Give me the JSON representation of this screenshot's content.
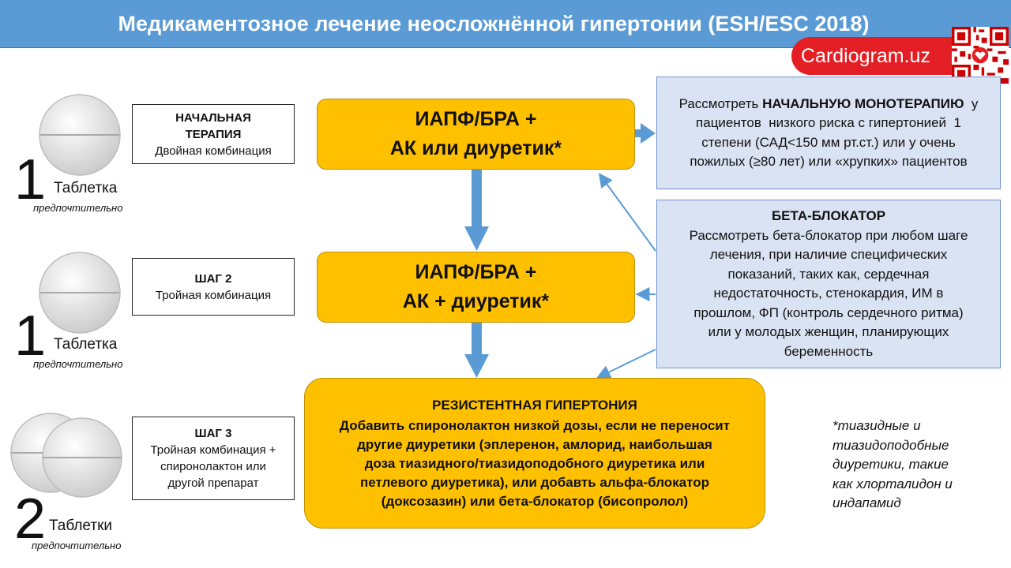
{
  "title": "Медикаментозное лечение неосложнённой гипертонии (ESH/ESC 2018)",
  "logo": {
    "text": "Cardiogram.uz"
  },
  "steps": [
    {
      "pills": "1",
      "unit": "Таблетка",
      "preferred": "предпочтительно",
      "label_bold": "НАЧАЛЬНАЯ ТЕРАПИЯ",
      "label_rest": "Двойная комбинация",
      "therapy": [
        "ИАПФ/БРА +",
        "АК или диуретик*"
      ]
    },
    {
      "pills": "1",
      "unit": "Таблетка",
      "preferred": "предпочтительно",
      "label_bold": "ШАГ 2",
      "label_rest": "Тройная комбинация",
      "therapy": [
        "ИАПФ/БРА +",
        "АК + диуретик*"
      ]
    },
    {
      "pills": "2",
      "unit": "Таблетки",
      "preferred": "предпочтительно",
      "label_bold": "ШАГ 3",
      "label_rest": [
        "Тройная комбинация +",
        "спиронолактон или",
        "другой препарат"
      ],
      "therapy_title": "РЕЗИСТЕНТНАЯ  ГИПЕРТОНИЯ",
      "therapy": [
        "Добавить спиронолактон  низкой дозы, если не переносит",
        "другие диуретики (эплеренон, амлорид, наибольшая",
        "доза тиазидного/тиазидоподобного  диуретика или",
        "петлевого диуретика), или добавть альфа-блокатор",
        "(доксозазин) или бета-блокатор (бисопролол)"
      ]
    }
  ],
  "mono_note": {
    "prefix": "Рассмотреть ",
    "bold": "НАЧАЛЬНУЮ МОНОТЕРАПИЮ",
    "suffix": "  у",
    "lines": [
      "пациентов  низкого риска с гипертонией  1",
      "степени (САД<150 мм рт.ст.) или у очень",
      "пожилых (≥80 лет) или «хрупких» пациентов"
    ]
  },
  "beta_note": {
    "title": "БЕТА-БЛОКАТОР",
    "lines": [
      "Рассмотреть бета-блокатор при любом шаге",
      "лечения, при наличие специфических",
      "показаний, таких как, сердечная",
      "недостаточность, стенокардия, ИМ в",
      "прошлом, ФП (контроль сердечного ритма)",
      "или у молодых женщин, планирующих",
      "беременность"
    ]
  },
  "footnote": [
    "*тиазидные и",
    "тиазидоподобные",
    "диуретики, такие",
    "как хлорталидон и",
    "индапамид"
  ],
  "colors": {
    "header": "#5b9bd5",
    "therapy": "#ffc000",
    "note": "#dae3f3",
    "arrow": "#5b9bd5",
    "logo": "#e31e24"
  }
}
